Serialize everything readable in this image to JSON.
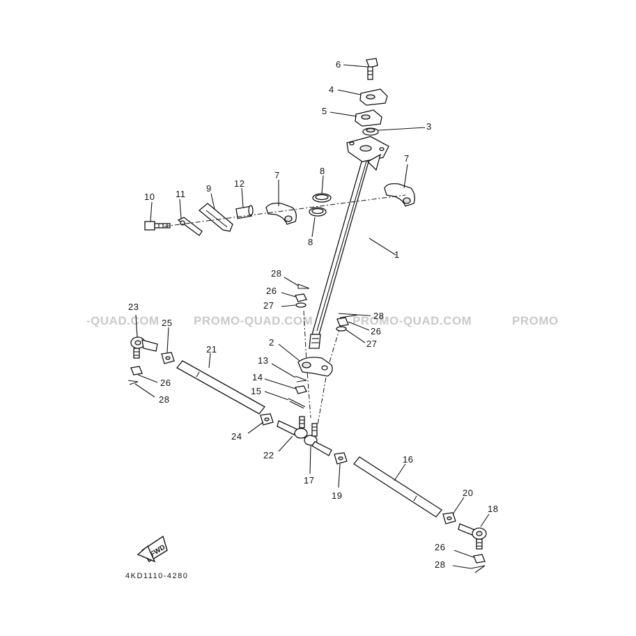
{
  "watermarks": [
    "-QUAD.COM",
    "PROMO-QUAD.COM",
    "PROMO-QUAD.COM",
    "PROMO"
  ],
  "diagram_code": "4KD1110-4280",
  "fwd_label": "FWD",
  "callouts": {
    "c1": "1",
    "c2": "2",
    "c3": "3",
    "c4": "4",
    "c5": "5",
    "c6": "6",
    "c7a": "7",
    "c7b": "7",
    "c8a": "8",
    "c8b": "8",
    "c9": "9",
    "c10": "10",
    "c11": "11",
    "c12": "12",
    "c13": "13",
    "c14": "14",
    "c15": "15",
    "c16": "16",
    "c17": "17",
    "c18": "18",
    "c19": "19",
    "c20": "20",
    "c21": "21",
    "c22": "22",
    "c23": "23",
    "c24": "24",
    "c25": "25",
    "c26a": "26",
    "c26b": "26",
    "c26c": "26",
    "c26d": "26",
    "c27a": "27",
    "c27b": "27",
    "c28a": "28",
    "c28b": "28",
    "c28c": "28",
    "c28d": "28"
  }
}
